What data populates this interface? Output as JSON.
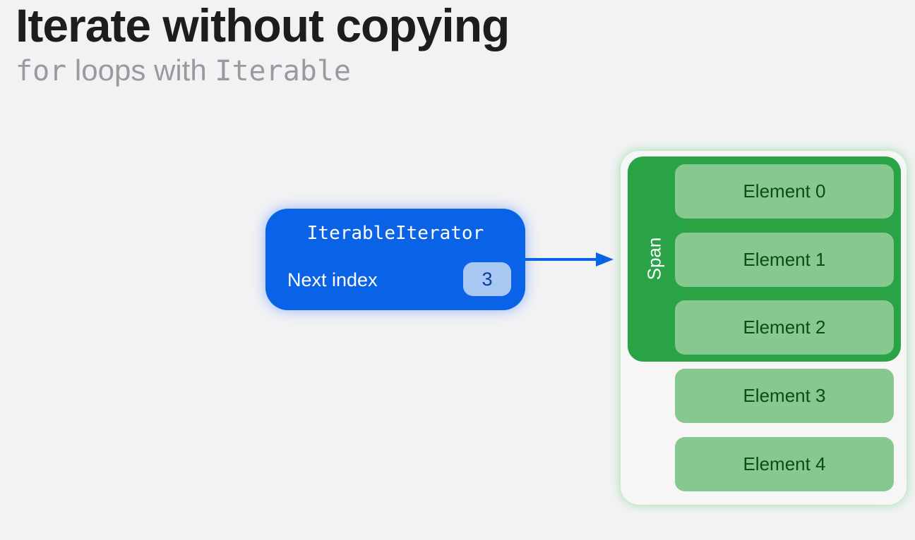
{
  "slide": {
    "title": "Iterate without copying",
    "subtitle_prefix": "for",
    "subtitle_middle": " loops with ",
    "subtitle_suffix": "Iterable"
  },
  "iterator": {
    "title": "IterableIterator",
    "label": "Next index",
    "value": "3"
  },
  "span": {
    "label": "Span"
  },
  "elements": [
    "Element 0",
    "Element 1",
    "Element 2",
    "Element 3",
    "Element 4"
  ],
  "colors": {
    "background": "#f2f2f4",
    "iterator": "#0a63e6",
    "span": "#2aa347",
    "element": "#86c88f",
    "element_text": "#0d4a1d"
  }
}
